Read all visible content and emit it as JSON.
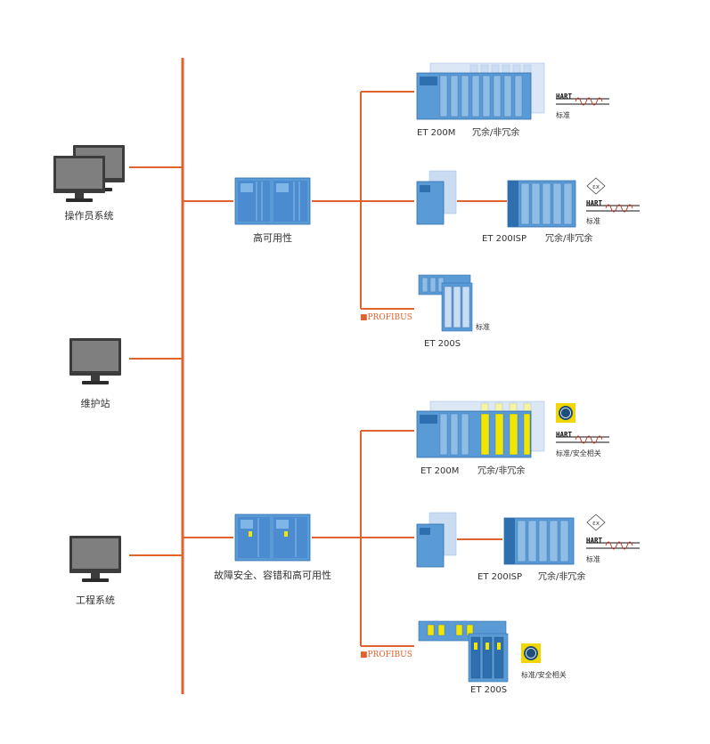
{
  "colors": {
    "bus": "#e0622c",
    "module_blue": "#5b9bd5",
    "module_dark": "#2f6fb0",
    "module_light": "#c9dcf2",
    "safety_yellow": "#f2e600",
    "monitor_frame": "#3c3c3c",
    "monitor_screen": "#7f7f7f"
  },
  "stations": {
    "operator": "操作员系统",
    "maintenance": "维护站",
    "engineering": "工程系统"
  },
  "controllers": {
    "ha": "高可用性",
    "fs": "故障安全、容错和高可用性"
  },
  "profibus_label": "■PROFIBUS",
  "hart_label": "HART",
  "io": {
    "top_et200m_name": "ET 200M",
    "top_et200m_redundancy": "冗余/非冗余",
    "top_et200m_class": "标准",
    "top_et200isp_name": "ET 200ISP",
    "top_et200isp_redundancy": "冗余/非冗余",
    "top_et200isp_class": "标准",
    "top_et200s_name": "ET 200S",
    "top_et200s_class": "标准",
    "bot_et200m_name": "ET 200M",
    "bot_et200m_redundancy": "冗余/非冗余",
    "bot_et200m_class": "标准/安全相关",
    "bot_et200isp_name": "ET 200ISP",
    "bot_et200isp_redundancy": "冗余/非冗余",
    "bot_et200isp_class": "标准",
    "bot_et200s_name": "ET 200S",
    "bot_et200s_class": "标准/安全相关"
  },
  "icons": [
    "monitor-icon",
    "ex-explosion-protection-icon",
    "sil-safety-icon",
    "hart-signal-icon"
  ]
}
